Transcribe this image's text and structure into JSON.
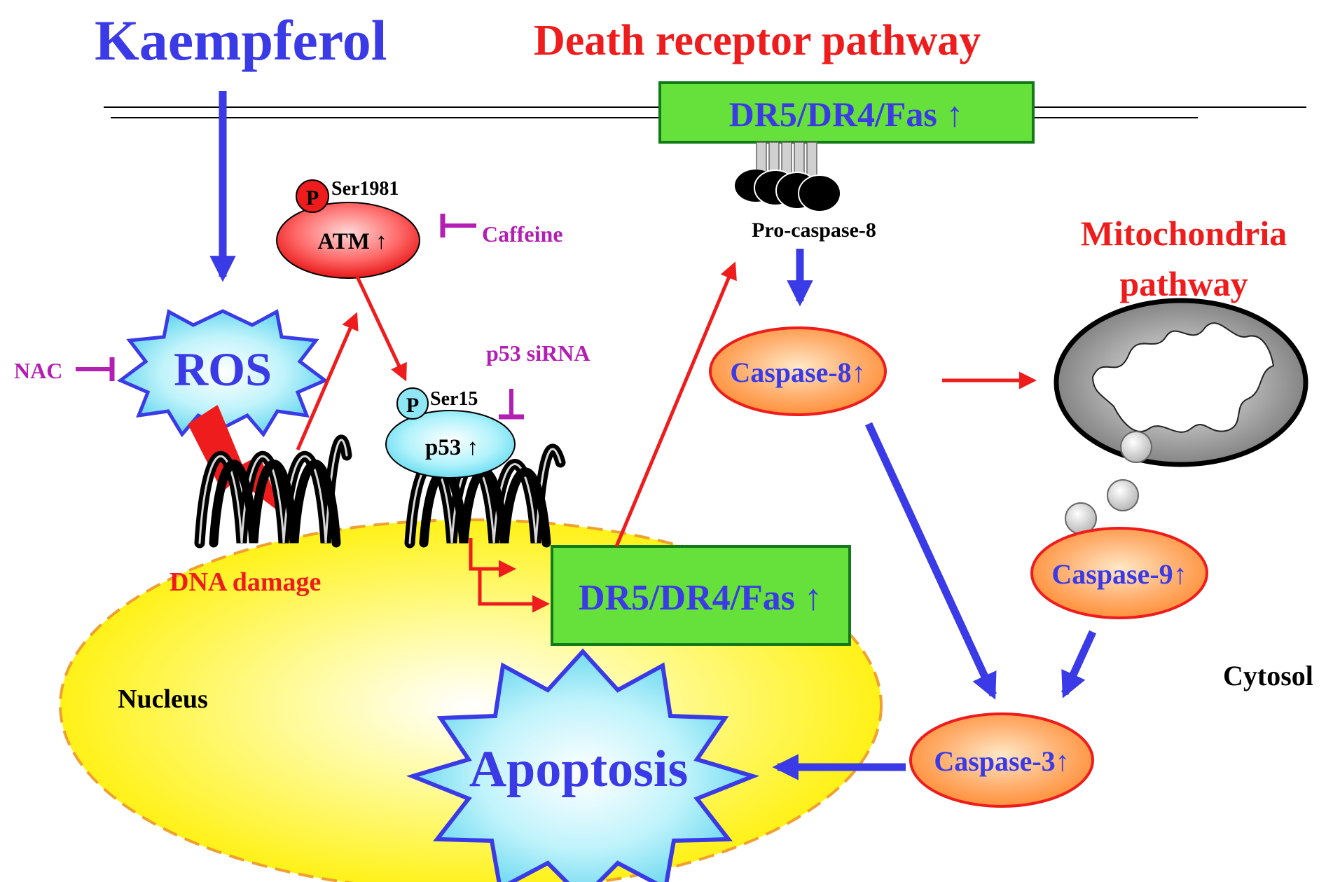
{
  "title": "Kaempferol",
  "death_receptor_title": "Death receptor pathway",
  "mitochondria_title": {
    "line1": "Mitochondria",
    "line2": "pathway"
  },
  "membrane_receptor_label": "DR5/DR4/Fas ↑",
  "nuclear_receptor_label": "DR5/DR4/Fas ↑",
  "pro_caspase8_label": "Pro-caspase-8",
  "ros_label": "ROS",
  "nac_label": "NAC",
  "atm_label": "ATM ↑",
  "atm_phospho": {
    "p": "P",
    "site": "Ser1981"
  },
  "caffeine_label": "Caffeine",
  "p53_label": "p53 ↑",
  "p53_phospho": {
    "p": "P",
    "site": "Ser15"
  },
  "p53_sirna_label": "p53 siRNA",
  "dna_damage_label": "DNA damage",
  "nucleus_label": "Nucleus",
  "cytosol_label": "Cytosol",
  "caspase8_label": "Caspase-8↑",
  "caspase9_label": "Caspase-9↑",
  "caspase3_label": "Caspase-3↑",
  "apoptosis_label": "Apoptosis",
  "colors": {
    "blue": "#3a3ae6",
    "red": "#ee1c1c",
    "magenta": "#b21fb2",
    "green": "#66e03a",
    "nucleus": "#fff25a",
    "ros_fill": "#a8ecf8",
    "caspase_fill": "#ffa060"
  }
}
